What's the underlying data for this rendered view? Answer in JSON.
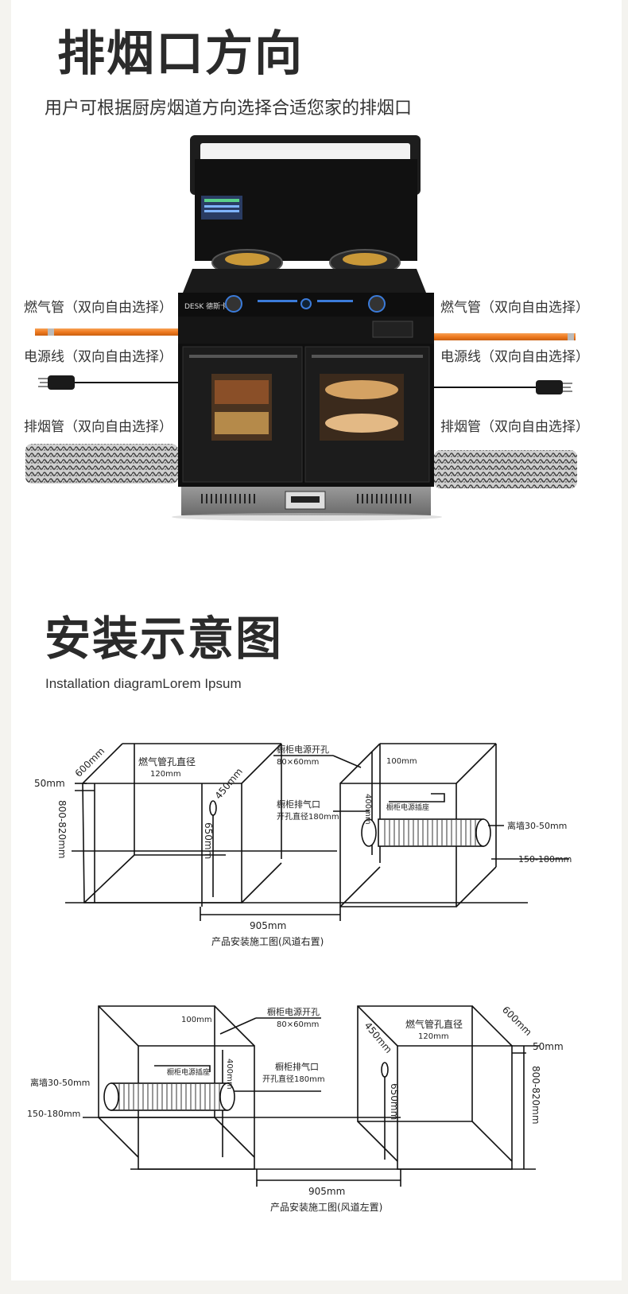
{
  "section1": {
    "title": "排烟口方向",
    "subtitle": "用户可根据厨房烟道方向选择合适您家的排烟口",
    "labels": {
      "gas_left": "燃气管（双向自由选择）",
      "gas_right": "燃气管（双向自由选择）",
      "power_left": "电源线（双向自由选择）",
      "power_right": "电源线（双向自由选择）",
      "exhaust_left": "排烟管（双向自由选择）",
      "exhaust_right": "排烟管（双向自由选择）"
    },
    "brand": "DESK 德斯卡"
  },
  "section2": {
    "title": "安装示意图",
    "subtitle": "Installation diagramLorem Ipsum",
    "diagram_right": {
      "depth": "600mm",
      "top": "50mm",
      "height": "800-820mm",
      "gas_hole": "燃气管孔直径",
      "gas_hole_size": "120mm",
      "gas_offset": "450mm",
      "gas_height": "650mm",
      "power_hole": "橱柜电源开孔",
      "power_hole_size": "80×60mm",
      "power_offset": "100mm",
      "exhaust": "橱柜排气口",
      "exhaust_size": "开孔直径180mm",
      "exhaust_height": "400mm",
      "socket": "橱柜电源插座",
      "wall": "离墙30-50mm",
      "duct": "150-180mm",
      "width": "905mm",
      "caption": "产品安装施工图(风道右置)"
    },
    "diagram_left": {
      "depth": "600mm",
      "top": "50mm",
      "height": "800-820mm",
      "gas_hole": "燃气管孔直径",
      "gas_hole_size": "120mm",
      "gas_offset": "450mm",
      "gas_height": "650mm",
      "power_hole": "橱柜电源开孔",
      "power_hole_size": "80×60mm",
      "power_offset": "100mm",
      "exhaust": "橱柜排气口",
      "exhaust_size": "开孔直径180mm",
      "exhaust_height": "400mm",
      "socket": "橱柜电源插座",
      "wall": "离墙30-50mm",
      "duct": "150-180mm",
      "width": "905mm",
      "caption": "产品安装施工图(风道左置)"
    }
  }
}
